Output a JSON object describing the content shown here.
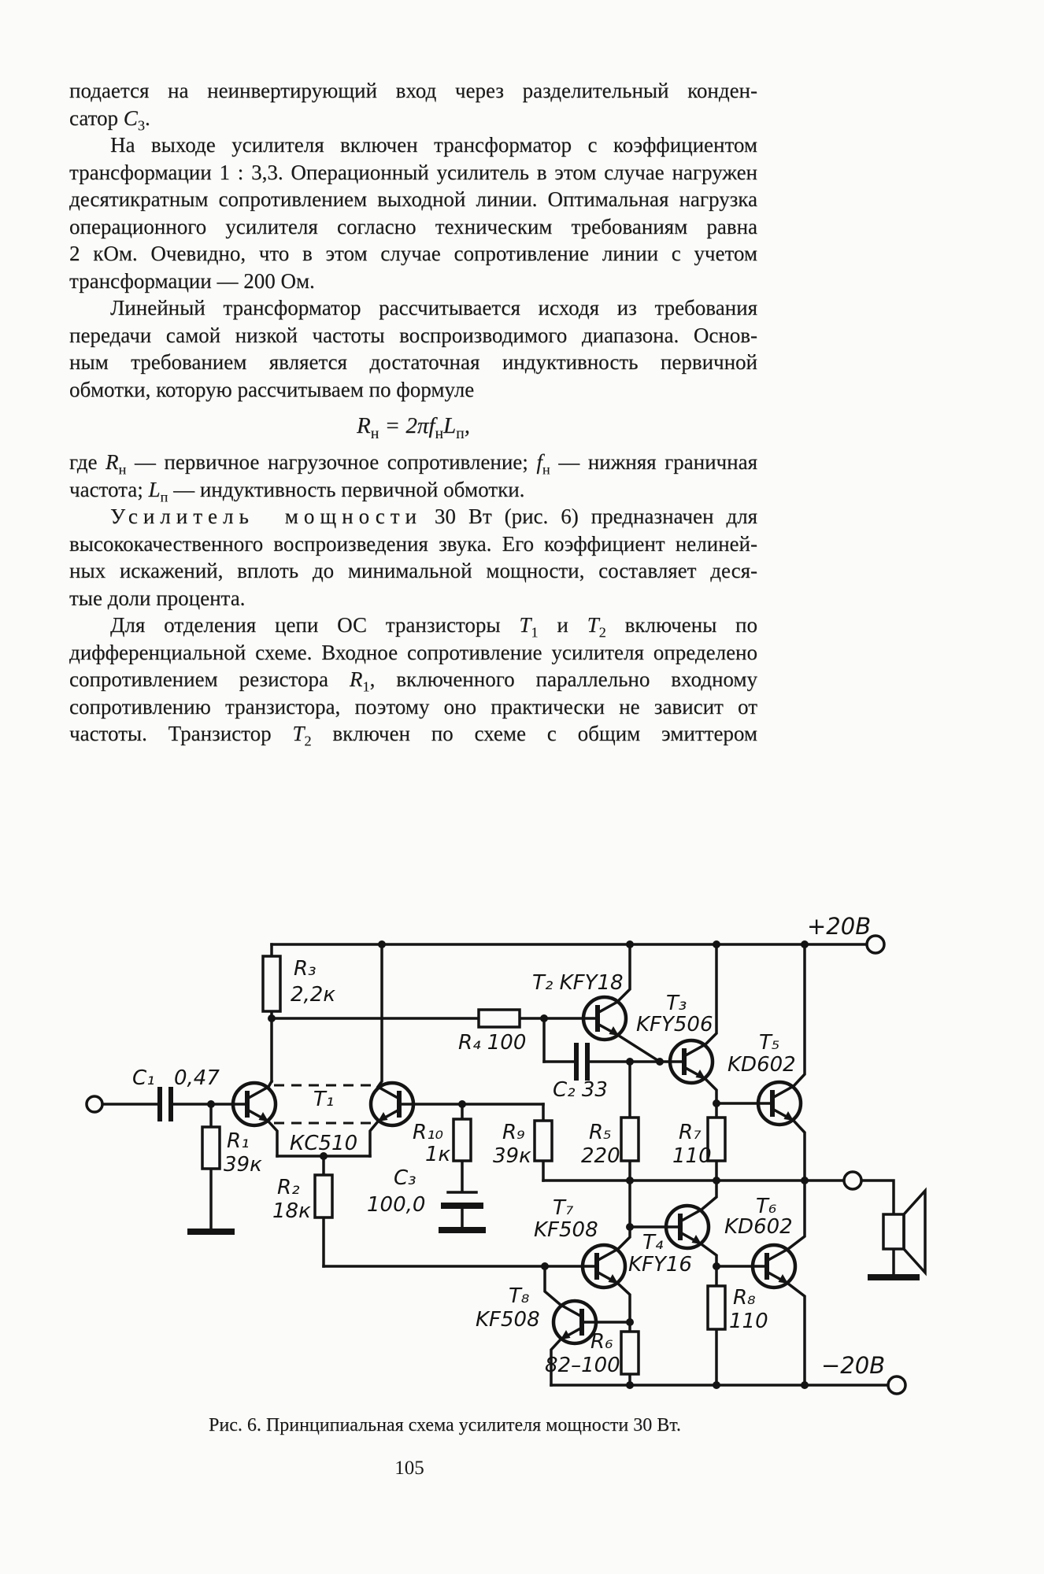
{
  "body": {
    "lines": [
      "подается на неинвертирующий вход через разделительный конден-",
      "сатор <i>С</i><sub>3</sub>.",
      "На выходе усилителя включен трансформатор с коэффициентом",
      "трансформации 1 : 3,3. Операционный усилитель в этом случае нагружен",
      "десятикратным сопротивлением выходной линии. Оптимальная нагрузка",
      "операционного усилителя согласно техническим требованиям равна",
      "2 кОм. Очевидно, что в этом случае сопротивление линии с учетом",
      "трансформации — 200 Ом.",
      "Линейный трансформатор рассчитывается исходя из требования",
      "передачи самой низкой частоты воспроизводимого диапазона. Основ-",
      "ным требованием является достаточная индуктивность первичной",
      "обмотки, которую рассчитываем по формуле",
      "где <i>R</i><sub>н</sub> — первичное нагрузочное сопротивление; <i>f</i><sub>н</sub> — нижняя граничная",
      "частота; <i>L</i><sub>п</sub> — индуктивность первичной обмотки.",
      "<span class=\"sp\">Усилитель мощности</span> 30 Вт (рис. 6) предназначен для",
      "высококачественного воспроизведения звука. Его коэффициент нелиней-",
      "ных искажений, вплоть до минимальной мощности, составляет деся-",
      "тые доли процента.",
      "Для отделения цепи ОС транзисторы <i>Т</i><sub>1</sub> и <i>Т</i><sub>2</sub> включены по",
      "дифференциальной схеме. Входное сопротивление усилителя определено",
      "сопротивлением резистора <i>R</i><sub>1</sub>, включенного параллельно входному",
      "сопротивлению транзистора, поэтому оно практически не зависит от",
      "частоты. Транзистор <i>Т</i><sub>2</sub> включен по схеме с общим эмиттером"
    ],
    "formula": "<i>R</i><sub>н</sub> = 2π<i>f</i><sub>н</sub><i>L</i><sub>п</sub>,",
    "caption": "Рис. 6. Принципиальная схема усилителя мощности 30 Вт.",
    "page_number": "105"
  },
  "schematic": {
    "supply_positive": "+20В",
    "supply_negative": "−20В",
    "labels": {
      "c1": "С₁",
      "c1_value": "0,47",
      "r1": "R₁",
      "r1_value": "39к",
      "t1": "Т₁",
      "t1_type": "КС510",
      "r2": "R₂",
      "r2_value": "18к",
      "r3": "R₃",
      "r3_value": "2,2к",
      "r4": "R₄ 100",
      "t2": "Т₂ KFY18",
      "c2": "С₂ 33",
      "t3": "Т₃",
      "t3_type": "KFY506",
      "t5": "Т₅",
      "t5_type": "KD602",
      "r10": "R₁₀",
      "r10_value": "1к",
      "r9": "R₉",
      "r9_value": "39к",
      "r5": "R₅",
      "r5_value": "220",
      "r7": "R₇",
      "r7_value": "110",
      "c3": "С₃",
      "c3_value": "100,0",
      "t7": "Т₇",
      "t7_type": "KF508",
      "t8": "Т₈",
      "t8_type": "KF508",
      "t4": "Т₄",
      "t4_type": "KFY16",
      "t6": "Т₆",
      "t6_type": "KD602",
      "r6": "R₆",
      "r6_value": "82–100",
      "r8": "R₈",
      "r8_value": "110"
    }
  }
}
